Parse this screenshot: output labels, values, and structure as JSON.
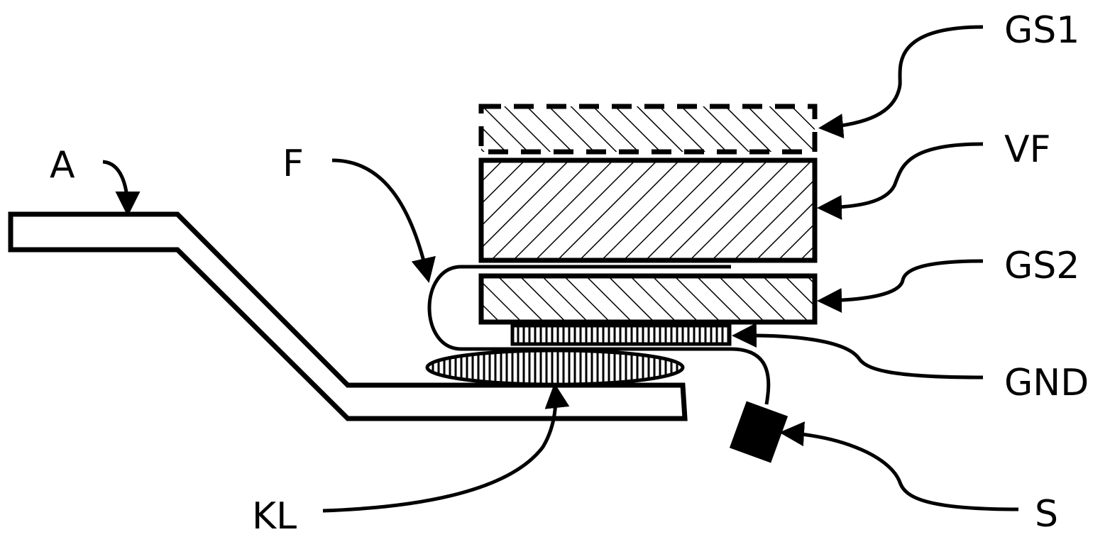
{
  "labels": {
    "gs1": "GS1",
    "vf": "VF",
    "gs2": "GS2",
    "gnd": "GND",
    "s": "S",
    "a": "A",
    "f": "F",
    "kl": "KL"
  },
  "colors": {
    "stroke": "#000000",
    "background": "#ffffff"
  }
}
